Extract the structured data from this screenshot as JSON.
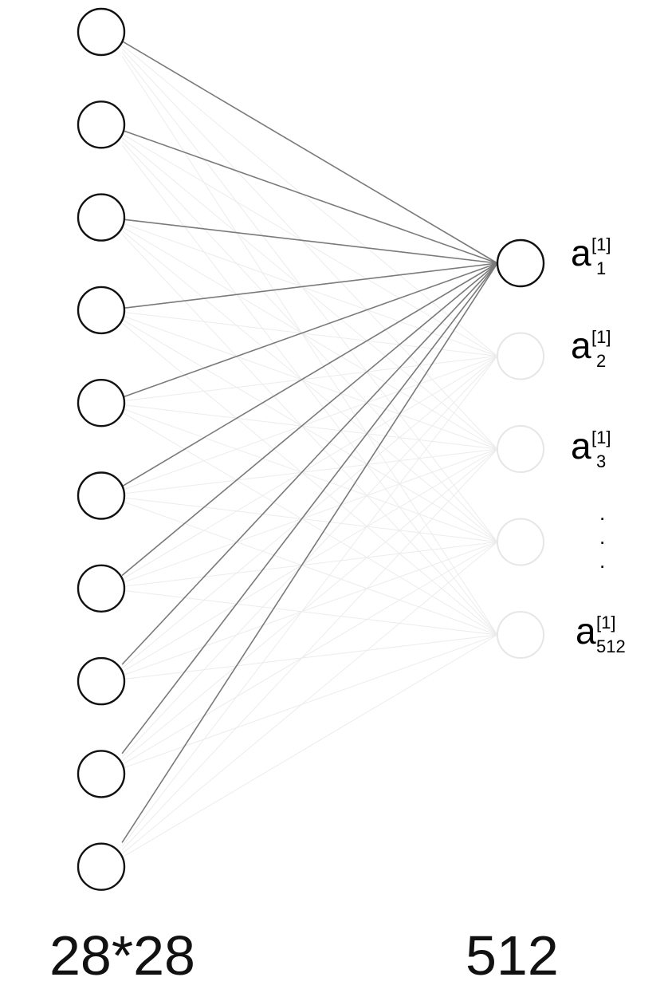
{
  "input_layer": {
    "label": "28*28",
    "visible_nodes": 10
  },
  "hidden_layer": {
    "label": "512",
    "visible_nodes": 5,
    "highlighted_node": 1,
    "node_labels": [
      {
        "base": "a",
        "sup": "[1]",
        "sub": "1"
      },
      {
        "base": "a",
        "sup": "[1]",
        "sub": "2"
      },
      {
        "base": "a",
        "sup": "[1]",
        "sub": "3"
      },
      {
        "base": "a",
        "sup": "[1]",
        "sub": "512"
      }
    ],
    "ellipsis": ".\n.\n."
  },
  "colors": {
    "active_edge": "#7a7a7a",
    "faded_edge": "#ececec",
    "active_node": "#111111",
    "faded_node": "#e6e6e6"
  }
}
